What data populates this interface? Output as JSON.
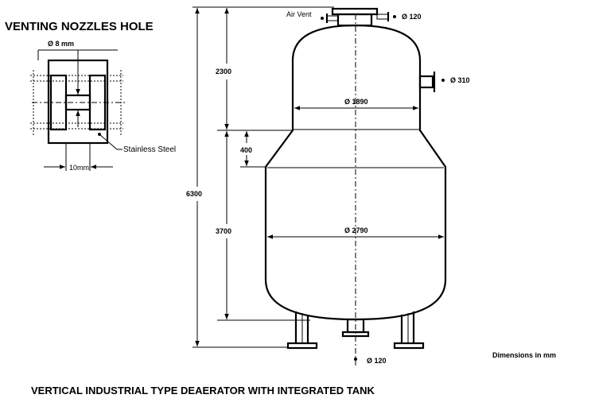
{
  "detail": {
    "title": "VENTING NOZZLES HOLE",
    "hole_dia_label": "Ø 8 mm",
    "width_label": "10mm",
    "material_label": "Stainless Steel"
  },
  "vessel": {
    "air_vent_label": "Air Vent",
    "top_nozzle_label": "Ø 120",
    "side_nozzle_label": "Ø 310",
    "upper_dia_label": "Ø 1890",
    "lower_dia_label": "Ø 2790",
    "bottom_nozzle_label": "Ø 120",
    "dim_upper_height": "2300",
    "dim_cone_height": "400",
    "dim_lower_height": "3700",
    "dim_total_height": "6300"
  },
  "units_note": "Dimensions in mm",
  "caption": "VERTICAL INDUSTRIAL TYPE DEAERATOR WITH INTEGRATED TANK"
}
